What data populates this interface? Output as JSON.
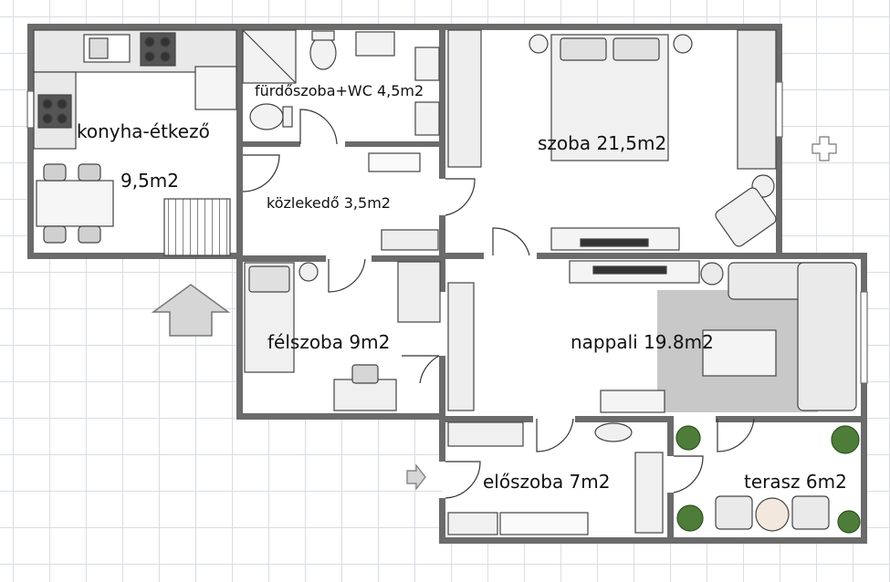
{
  "floor_plan": {
    "rooms": {
      "kitchen": {
        "name": "konyha-étkező",
        "area": "9,5m2"
      },
      "bathroom": {
        "label": "fürdőszoba+WC 4,5m2"
      },
      "hallway": {
        "label": "közlekedő 3,5m2"
      },
      "bedroom": {
        "label": "szoba 21,5m2"
      },
      "half_room": {
        "label": "félszoba 9m2"
      },
      "living_room": {
        "label": "nappali 19.8m2"
      },
      "entrance_hall": {
        "label": "előszoba 7m2"
      },
      "terrace": {
        "label": "terasz 6m2"
      }
    },
    "icons": {
      "main_entrance": "up-arrow-icon",
      "side_entrance": "right-arrow-icon",
      "compass": "cross-icon"
    },
    "colors": {
      "wall": "#6b6b6b",
      "floor": "#ffffff",
      "grid": "#d9dde3",
      "rug": "#c8c8c8",
      "plant": "#4e7d3a"
    }
  }
}
